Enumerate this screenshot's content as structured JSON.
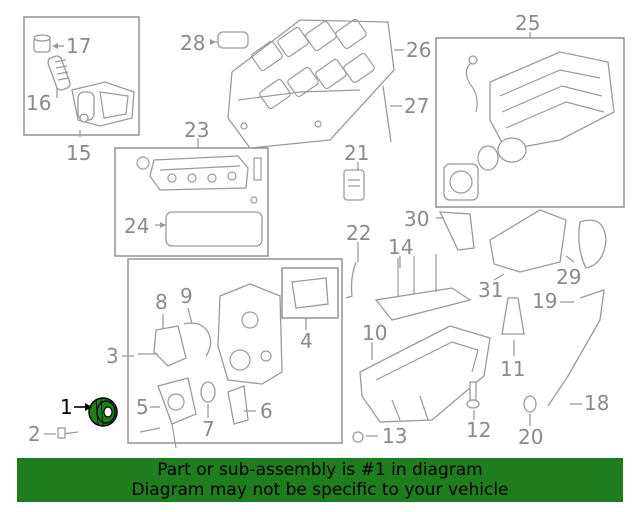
{
  "callouts": [
    "1",
    "2",
    "3",
    "4",
    "5",
    "6",
    "7",
    "8",
    "9",
    "10",
    "11",
    "12",
    "13",
    "14",
    "15",
    "16",
    "17",
    "18",
    "19",
    "20",
    "21",
    "22",
    "23",
    "24",
    "25",
    "26",
    "27",
    "28",
    "29",
    "30",
    "31"
  ],
  "highlighted_part": "1",
  "colors": {
    "highlight_part": "#1f7d1f",
    "banner_bg": "#1f7d1f",
    "line_art": "#9a9a9a",
    "text_gray": "#8a8a8a"
  },
  "banner": {
    "line1": "Part or sub-assembly is #1 in diagram",
    "line2": "Diagram may not be specific to your vehicle"
  }
}
